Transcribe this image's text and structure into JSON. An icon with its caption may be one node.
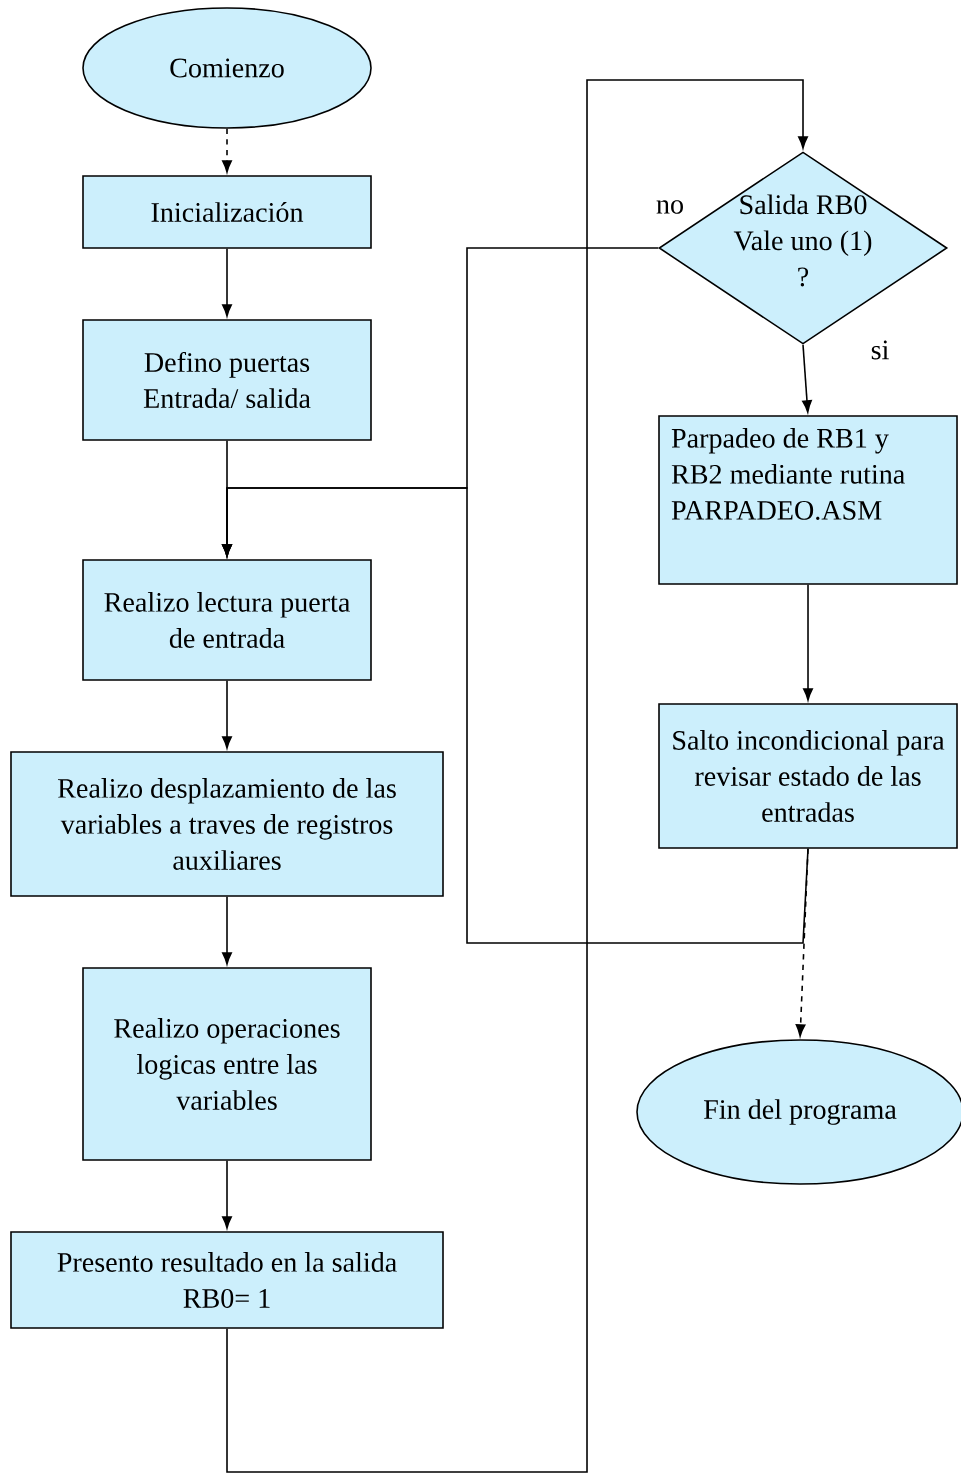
{
  "diagram": {
    "nodes": [
      {
        "text": [
          "Comienzo"
        ]
      },
      {
        "text": [
          "Inicialización"
        ]
      },
      {
        "text": [
          "Defino puertas Entrada/ salida"
        ]
      },
      {
        "text": [
          "Realizo lectura puerta de entrada"
        ]
      },
      {
        "text": [
          "Realizo desplazamiento de las variables a traves de registros auxiliares"
        ]
      },
      {
        "text": [
          "Realizo operaciones logicas entre las variables"
        ]
      },
      {
        "text": [
          "Presento resultado en la salida RB0= 1"
        ]
      },
      {
        "text": [
          "Salida RB0 Vale uno (1) ?"
        ]
      },
      {
        "text": [
          "Parpadeo de RB1 y RB2 mediante rutina PARPADEO.ASM"
        ]
      },
      {
        "text": [
          "Salto incondicional para revisar estado de las entradas"
        ]
      },
      {
        "text": [
          "Fin del programa"
        ]
      }
    ],
    "edges": [
      {
        "from": 0,
        "to": 1,
        "arrow": "to",
        "style": "dashed"
      },
      {
        "from": 1,
        "to": 2,
        "arrow": "to"
      },
      {
        "from": 2,
        "to": 3,
        "arrow": "to"
      },
      {
        "from": 3,
        "to": 4,
        "arrow": "to"
      },
      {
        "from": 4,
        "to": 5,
        "arrow": "to"
      },
      {
        "from": 5,
        "to": 6,
        "arrow": "to"
      },
      {
        "from": 6,
        "to": 7,
        "arrow": "to"
      },
      {
        "from": 7,
        "to": 3,
        "arrow": "to",
        "label": "no"
      },
      {
        "from": 7,
        "to": 8,
        "arrow": "to",
        "label": "si"
      },
      {
        "from": 8,
        "to": 9,
        "arrow": "to"
      },
      {
        "from": 9,
        "to": 3,
        "arrow": "to"
      },
      {
        "from": 9,
        "to": 10,
        "arrow": "to",
        "style": "dashed"
      }
    ]
  }
}
